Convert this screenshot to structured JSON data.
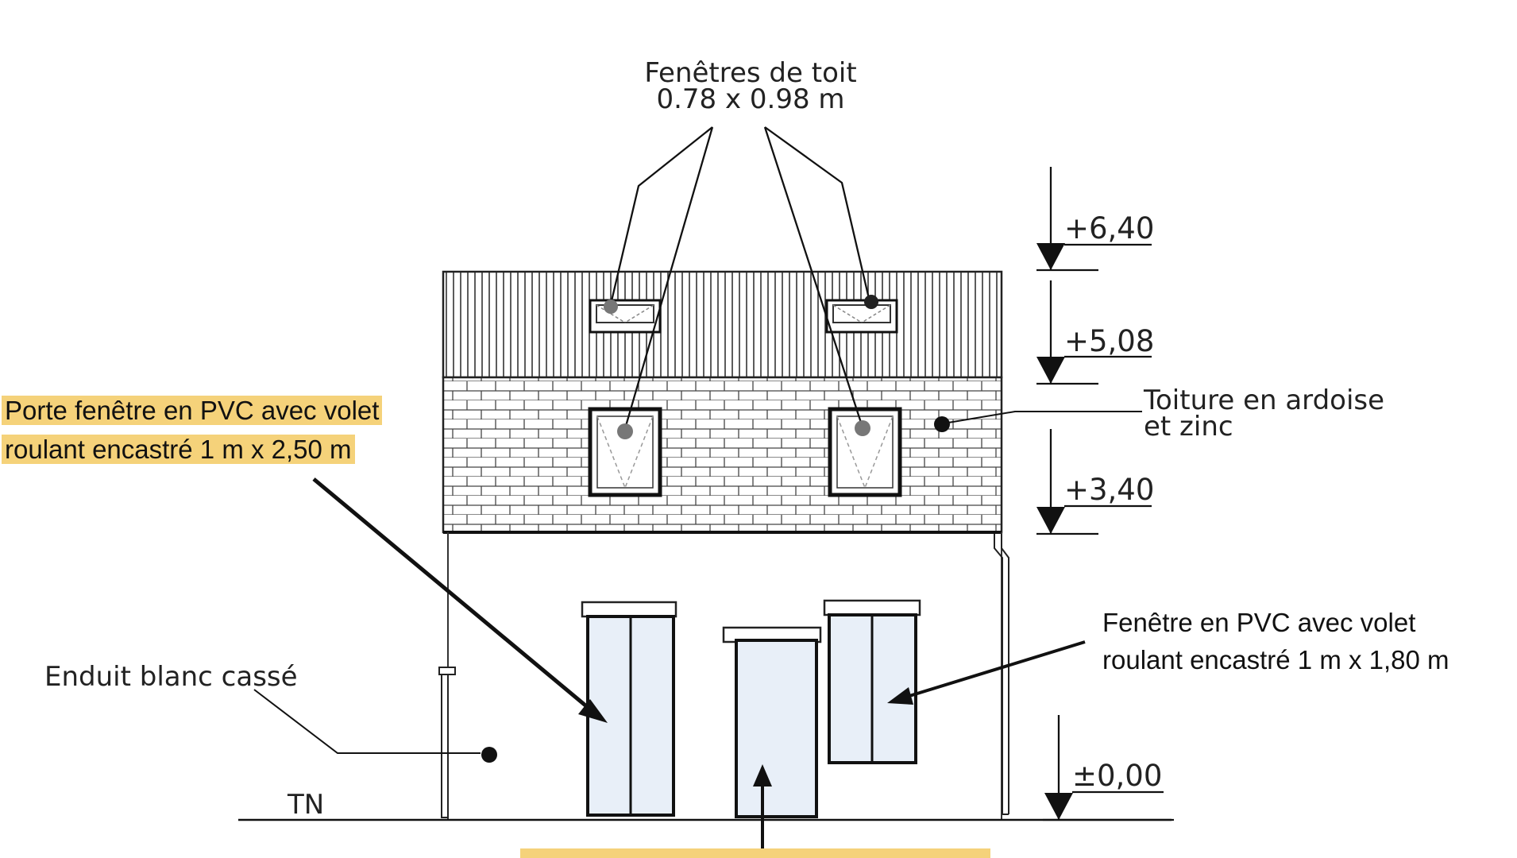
{
  "labels": {
    "roof_windows_line1": "Fenêtres de toit",
    "roof_windows_line2": "0.78 x 0.98 m",
    "roofing_line1": "Toiture en ardoise",
    "roofing_line2": "et zinc",
    "french_door_line1": "Porte fenêtre en PVC avec volet",
    "french_door_line2": "roulant encastré 1 m x 2,50 m",
    "window_line1": "Fenêtre en PVC avec volet",
    "window_line2": "roulant encastré 1 m x 1,80 m",
    "render": "Enduit blanc cassé",
    "ground": "TN"
  },
  "elevations": [
    "+6,40",
    "+5,08",
    "+3,40",
    "±0,00"
  ],
  "colors": {
    "highlight": "#f5d27a",
    "glass": "#e8eff8",
    "line": "#1a1a1a"
  }
}
